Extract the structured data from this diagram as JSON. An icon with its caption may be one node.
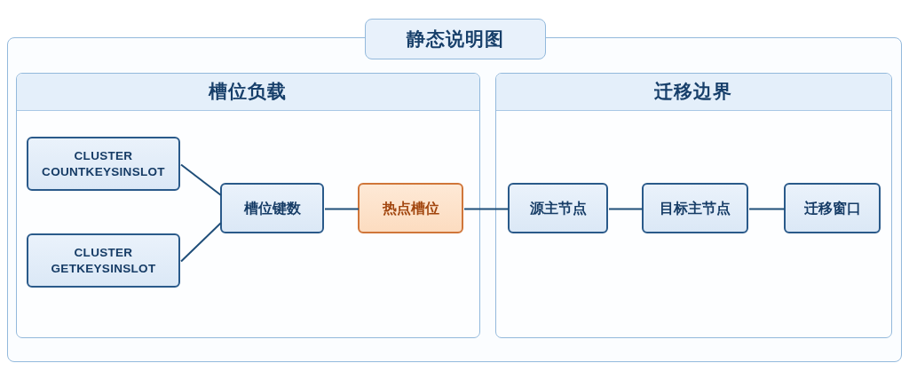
{
  "diagram": {
    "nodes": [
      {
        "text": [
          "静态说明图"
        ]
      },
      {
        "text": [
          "槽位负载"
        ],
        "in": 0
      },
      {
        "text": [
          "迁移边界"
        ],
        "in": 0
      },
      {
        "text": [
          "CLUSTER COUNTKEYSINSLOT"
        ],
        "in": 1
      },
      {
        "text": [
          "CLUSTER GETKEYSINSLOT"
        ],
        "in": 1
      },
      {
        "text": [
          "槽位键数"
        ],
        "in": 1
      },
      {
        "text": [
          "热点槽位"
        ],
        "in": 1
      },
      {
        "text": [
          "源主节点"
        ],
        "in": 2
      },
      {
        "text": [
          "目标主节点"
        ],
        "in": 2
      },
      {
        "text": [
          "迁移窗口"
        ],
        "in": 2
      }
    ],
    "edges": [
      {
        "from": 3,
        "to": 5,
        "arrow": "none"
      },
      {
        "from": 4,
        "to": 5,
        "arrow": "none"
      },
      {
        "from": 5,
        "to": 6,
        "arrow": "none"
      },
      {
        "from": 6,
        "to": 7,
        "arrow": "none"
      },
      {
        "from": 7,
        "to": 8,
        "arrow": "none"
      },
      {
        "from": 8,
        "to": 9,
        "arrow": "none"
      }
    ]
  }
}
